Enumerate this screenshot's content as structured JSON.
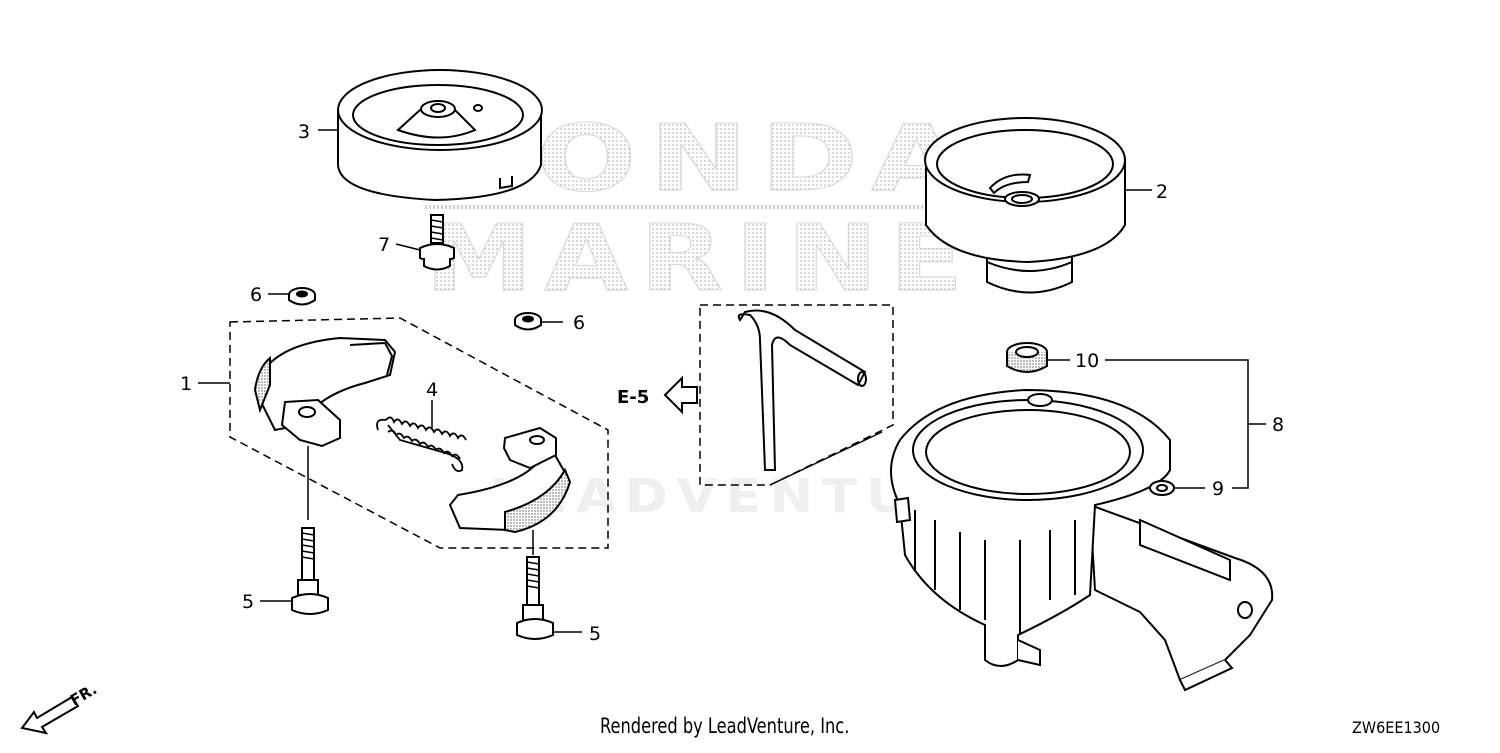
{
  "diagram": {
    "callouts": [
      {
        "id": "c1",
        "label": "1"
      },
      {
        "id": "c2",
        "label": "2"
      },
      {
        "id": "c3",
        "label": "3"
      },
      {
        "id": "c4",
        "label": "4"
      },
      {
        "id": "c5a",
        "label": "5"
      },
      {
        "id": "c5b",
        "label": "5"
      },
      {
        "id": "c6a",
        "label": "6"
      },
      {
        "id": "c6b",
        "label": "6"
      },
      {
        "id": "c7",
        "label": "7"
      },
      {
        "id": "c8",
        "label": "8"
      },
      {
        "id": "c9",
        "label": "9"
      },
      {
        "id": "c10",
        "label": "10"
      }
    ],
    "reference": "E-5",
    "front_marker": "FR.",
    "watermark_brand_top": "HONDA",
    "watermark_brand_bottom": "MARINE",
    "watermark_vendor": "LEADVENTURE",
    "colors": {
      "line": "#000000",
      "watermark": "#c8c8c8",
      "background": "#ffffff"
    }
  },
  "footer": {
    "credit": "Rendered by LeadVenture, Inc.",
    "diagram_code": "ZW6EE1300"
  }
}
